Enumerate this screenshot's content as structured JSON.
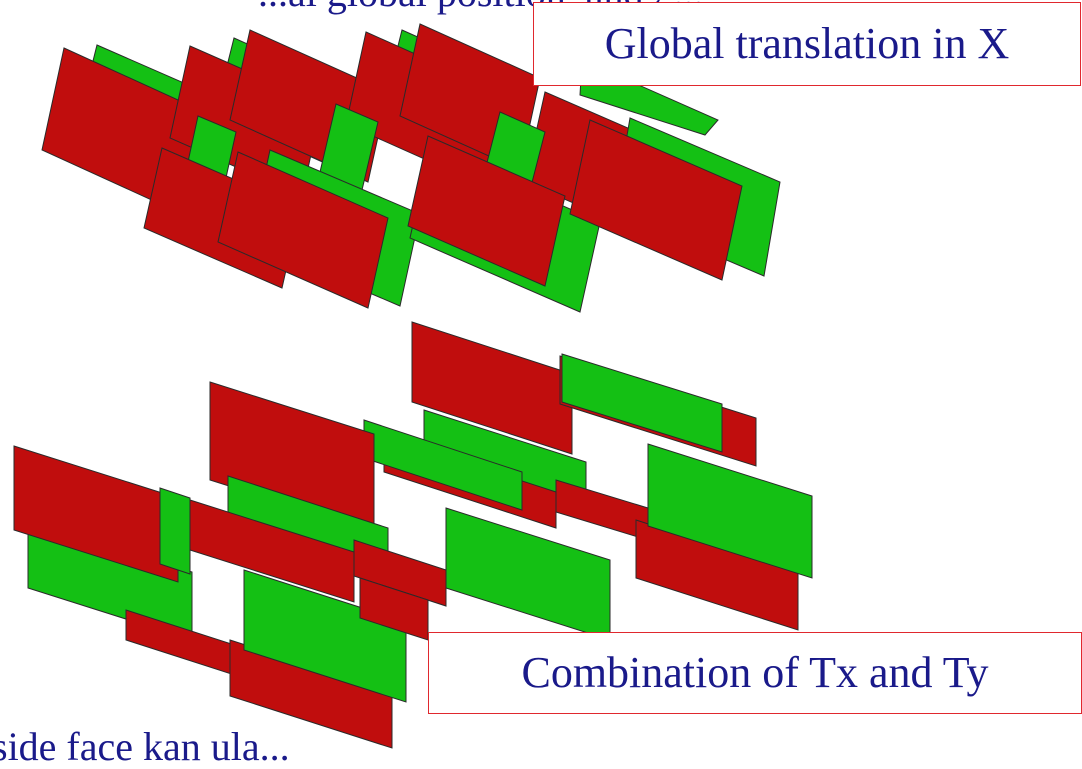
{
  "captions": {
    "top": "Global translation in X",
    "bottom": "Combination of Tx and Ty"
  },
  "clipped_text": {
    "top": "...ai global position, and g...",
    "bottom": "side face  kan ula..."
  },
  "colors": {
    "red": "#c00d0d",
    "green": "#14c014",
    "edge": "#2a2a2a",
    "caption_border": "#e0282e",
    "caption_text": "#1a1a8a"
  }
}
